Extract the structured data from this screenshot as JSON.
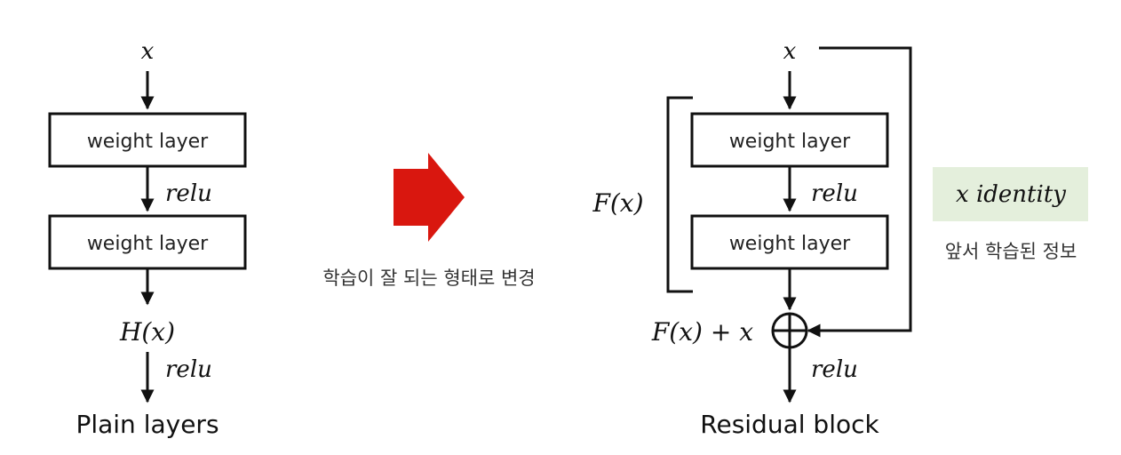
{
  "plain": {
    "input_label": "x",
    "layer1_label": "weight layer",
    "relu1_label": "relu",
    "layer2_label": "weight layer",
    "output_label": "H(x)",
    "relu2_label": "relu",
    "caption": "Plain layers"
  },
  "transition": {
    "arrow_color": "#d9170f",
    "description": "학습이 잘 되는 형태로 변경"
  },
  "residual": {
    "input_label": "x",
    "layer1_label": "weight layer",
    "relu1_label": "relu",
    "layer2_label": "weight layer",
    "fx_label": "F(x)",
    "sum_label": "F(x) + x",
    "relu2_label": "relu",
    "caption": "Residual block",
    "identity_label": "x identity",
    "identity_bg_color": "#e4efdc",
    "identity_note": "앞서 학습된 정보"
  }
}
